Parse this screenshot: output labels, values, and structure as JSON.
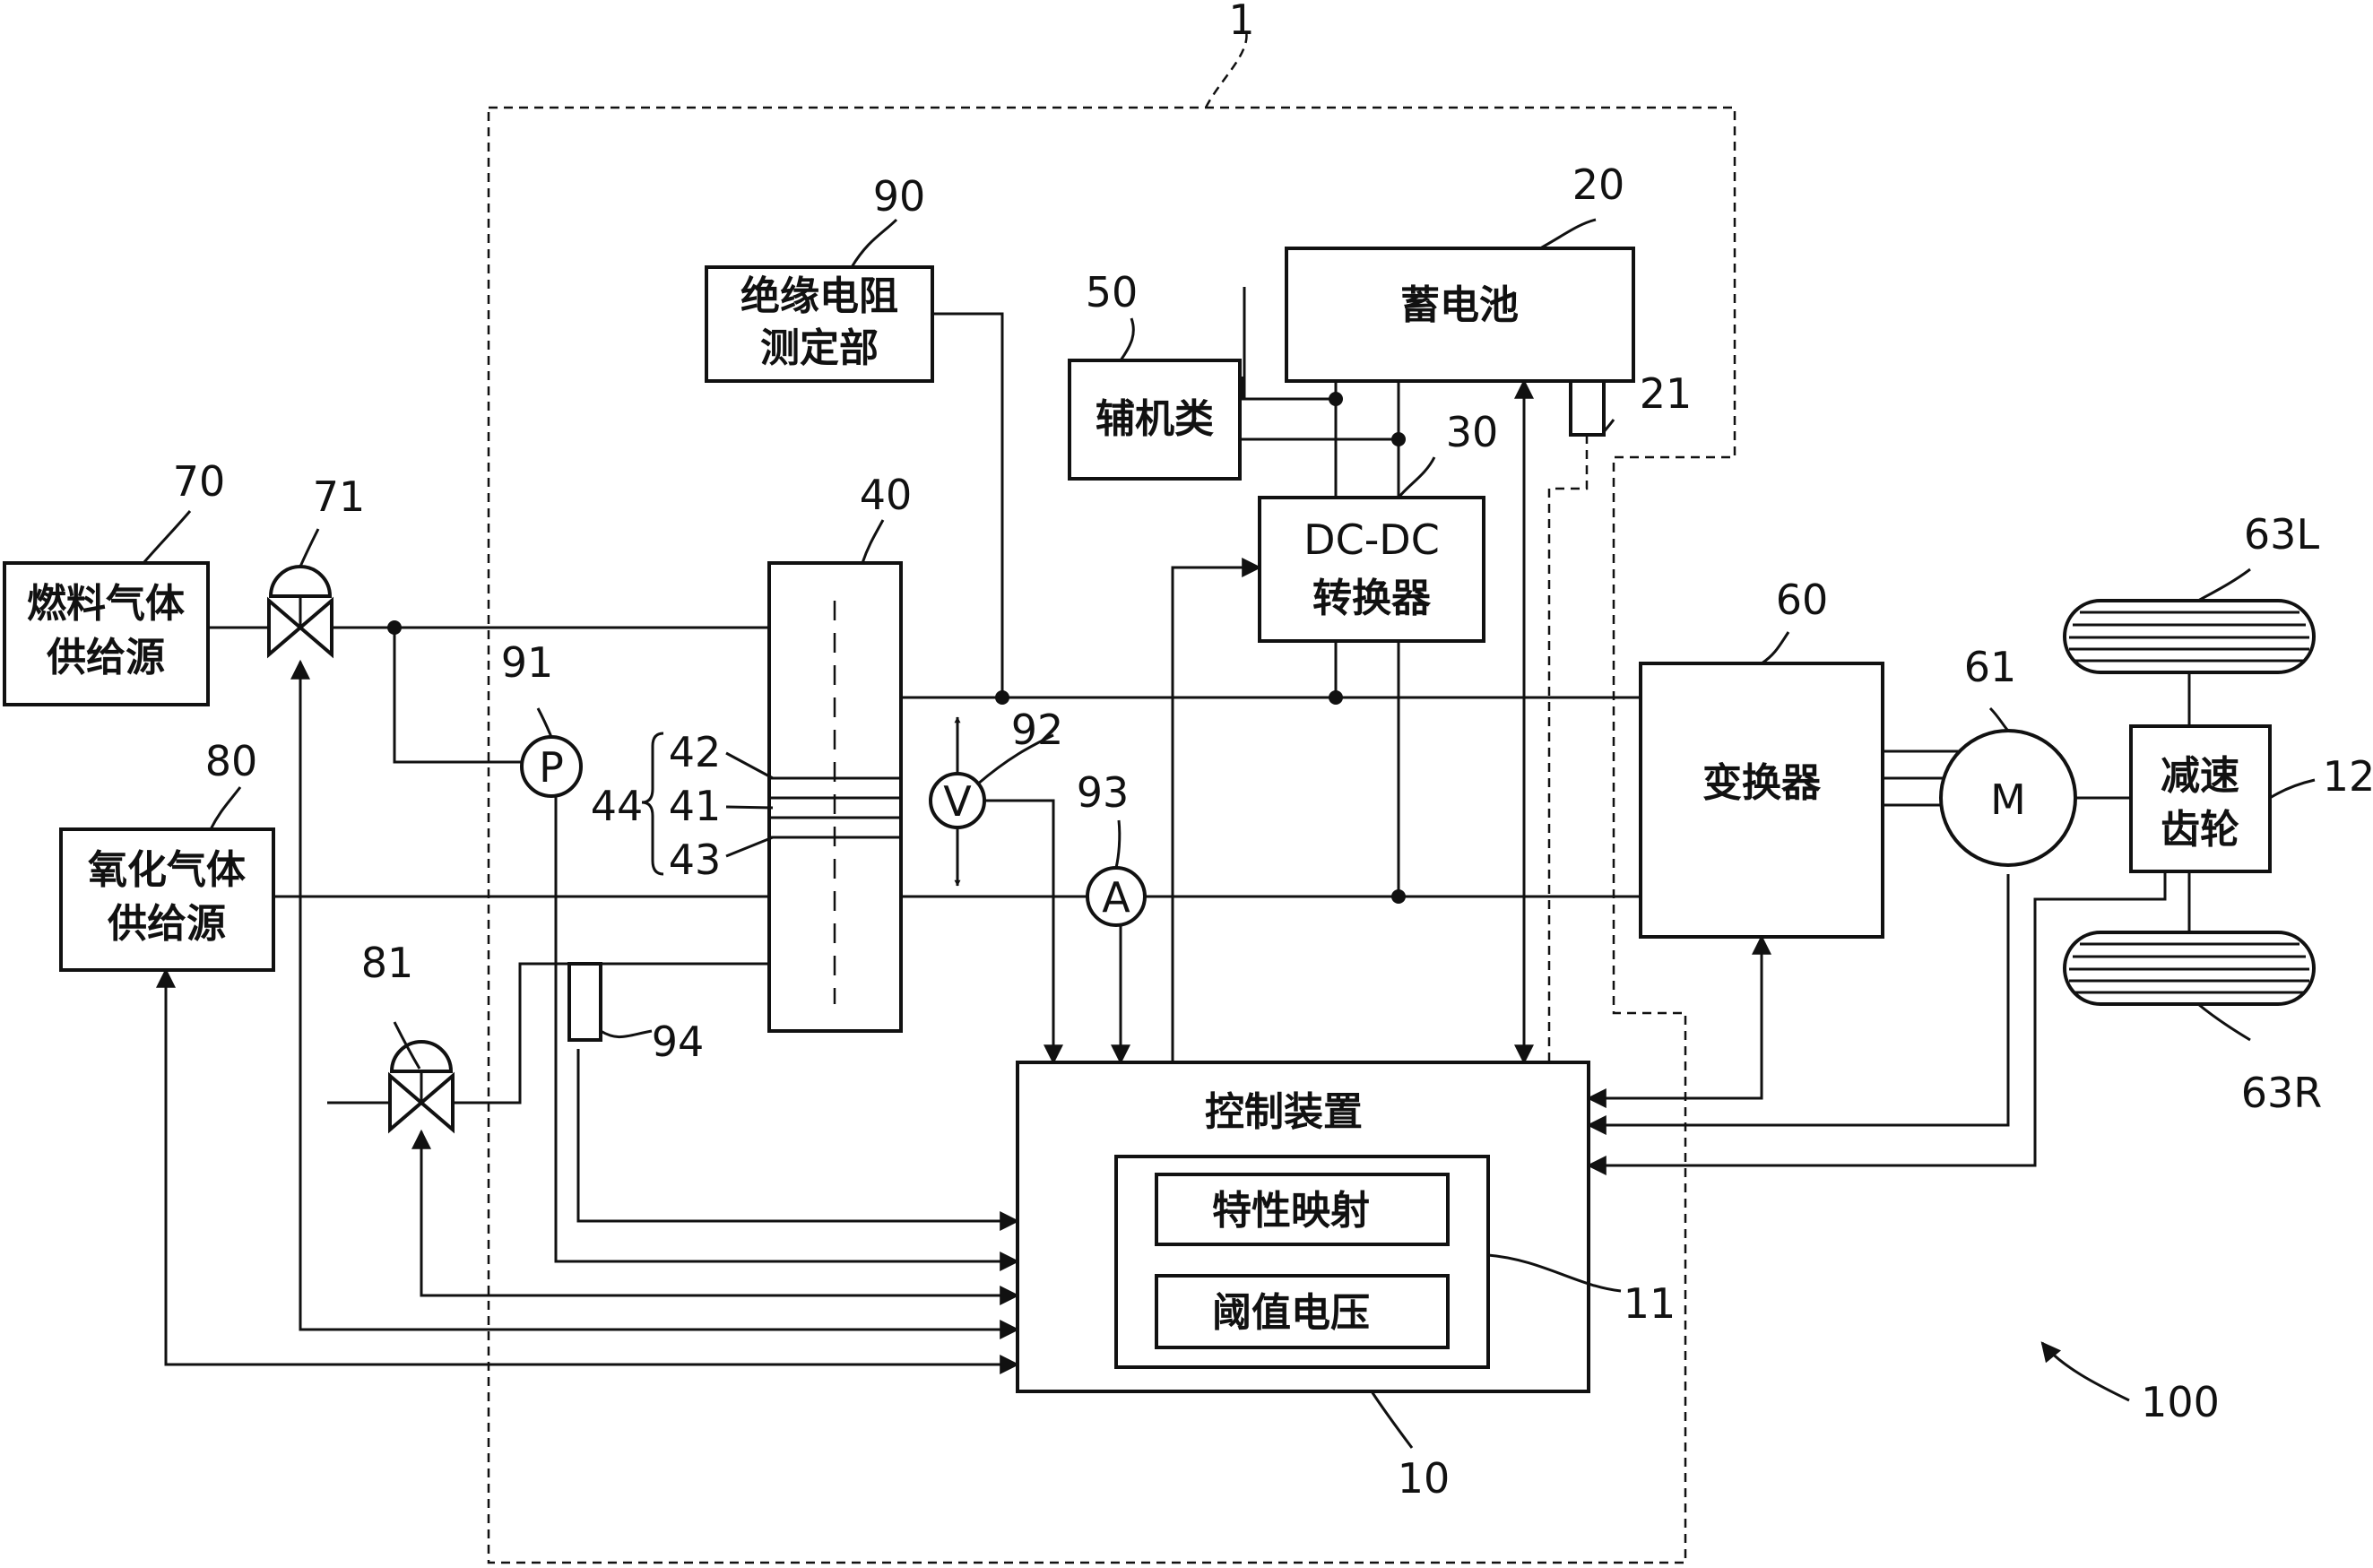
{
  "labels": {
    "system": "1",
    "controller": "10",
    "map_group": "11",
    "gear": "12",
    "battery": "20",
    "battery_sensor": "21",
    "dcdc": "30",
    "stack": "40",
    "cell_41": "41",
    "cell_42": "42",
    "cell_43": "43",
    "cell_group": "44",
    "aux": "50",
    "inverter": "60",
    "motor": "61",
    "wheel_left": "63L",
    "wheel_right": "63R",
    "fuel_source": "70",
    "fuel_valve": "71",
    "oxidant_source": "80",
    "oxidant_valve": "81",
    "insulation": "90",
    "pressure_sensor": "91",
    "voltmeter": "92",
    "ammeter": "93",
    "flow_sensor": "94",
    "vehicle": "100"
  },
  "blocks": {
    "insulation": [
      "绝缘电阻",
      "测定部"
    ],
    "battery": "蓄电池",
    "aux": "辅机类",
    "dcdc": [
      "DC-DC",
      "转换器"
    ],
    "fuel_source": [
      "燃料气体",
      "供给源"
    ],
    "oxidant_source": [
      "氧化气体",
      "供给源"
    ],
    "inverter": "变换器",
    "gear": [
      "减速",
      "齿轮"
    ],
    "controller": "控制装置",
    "map": "特性映射",
    "threshold": "阈值电压"
  },
  "meters": {
    "pressure": "P",
    "voltage": "V",
    "current": "A",
    "motor": "M"
  },
  "colors": {
    "line": "#111111",
    "background": "#ffffff"
  }
}
